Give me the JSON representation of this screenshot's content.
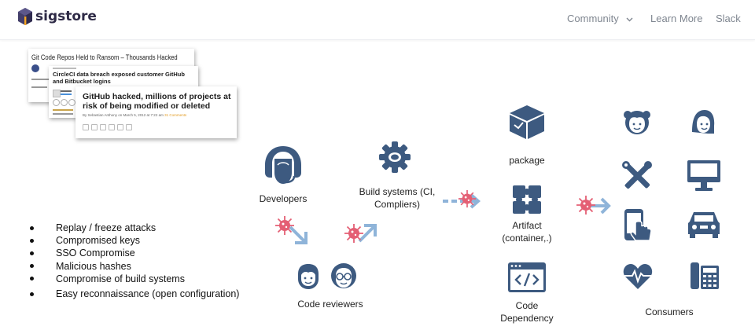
{
  "header": {
    "logo_text": "sigstore",
    "nav": {
      "community": "Community",
      "learn_more": "Learn More",
      "slack": "Slack"
    }
  },
  "news_cards": [
    {
      "headline": "Git Code Repos Held to Ransom – Thousands Hacked"
    },
    {
      "headline": "CircleCI data breach exposed customer GitHub and Bitbucket logins"
    },
    {
      "headline": "GitHub hacked, millions of projects at risk of being modified or deleted",
      "byline": "By Sebastian Anthony on March 5, 2012 at 7:22 am",
      "comments": "31 Comments"
    }
  ],
  "attacks": [
    "Replay / freeze attacks",
    "Compromised keys",
    "SSO Compromise",
    "Malicious hashes",
    "Compromise of build systems",
    "Easy reconnaissance (open configuration)"
  ],
  "diagram": {
    "developers": "Developers",
    "code_reviewers": "Code reviewers",
    "build_systems": "Build systems (CI, Compliers)",
    "package": "package",
    "artifact": "Artifact (container,.)",
    "code_dependency": "Code Dependency",
    "consumers": "Consumers"
  },
  "colors": {
    "icon": "#3d5a80",
    "virus": "#e45f74",
    "arrow": "#8fb4d9",
    "logo": "#433e6a",
    "logo_accent": "#f5a623"
  }
}
